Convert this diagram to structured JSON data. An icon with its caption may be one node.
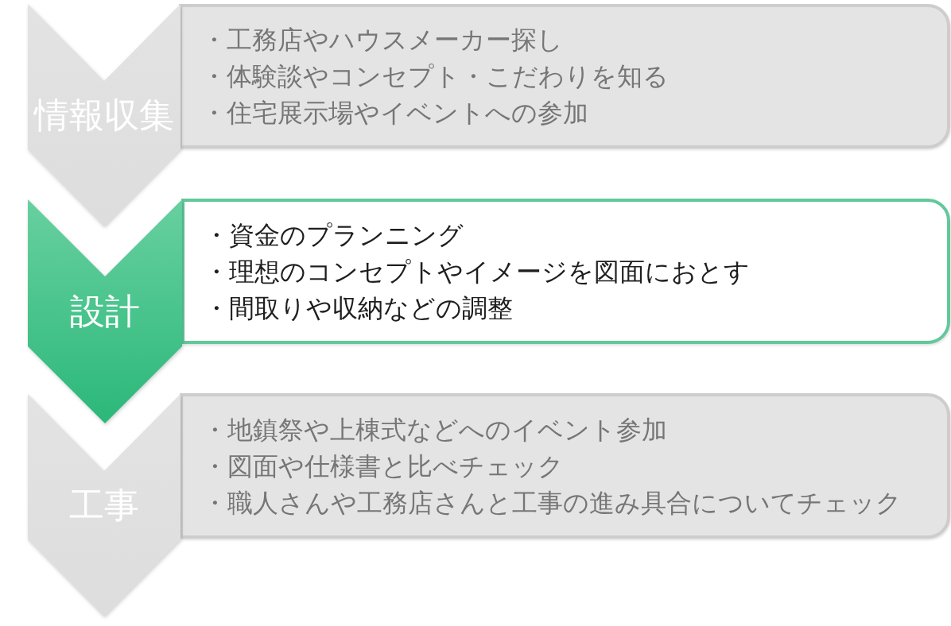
{
  "diagram": {
    "nodes": [
      {
        "text": [
          "情報収集"
        ]
      },
      {
        "text": [
          "・工務店やハウスメーカー探し",
          "・体験談やコンセプト・こだわりを知る",
          "・住宅展示場やイベントへの参加"
        ]
      },
      {
        "text": [
          "設計"
        ]
      },
      {
        "text": [
          "・資金のプランニング",
          "・理想のコンセプトやイメージを図面におとす",
          "・間取りや収納などの調整"
        ]
      },
      {
        "text": [
          "工事"
        ]
      },
      {
        "text": [
          "・地鎮祭や上棟式などへのイベント参加",
          "・図面や仕様書と比べチェック",
          "・職人さんや工務店さんと工事の進み具合についてチェック"
        ]
      }
    ]
  }
}
